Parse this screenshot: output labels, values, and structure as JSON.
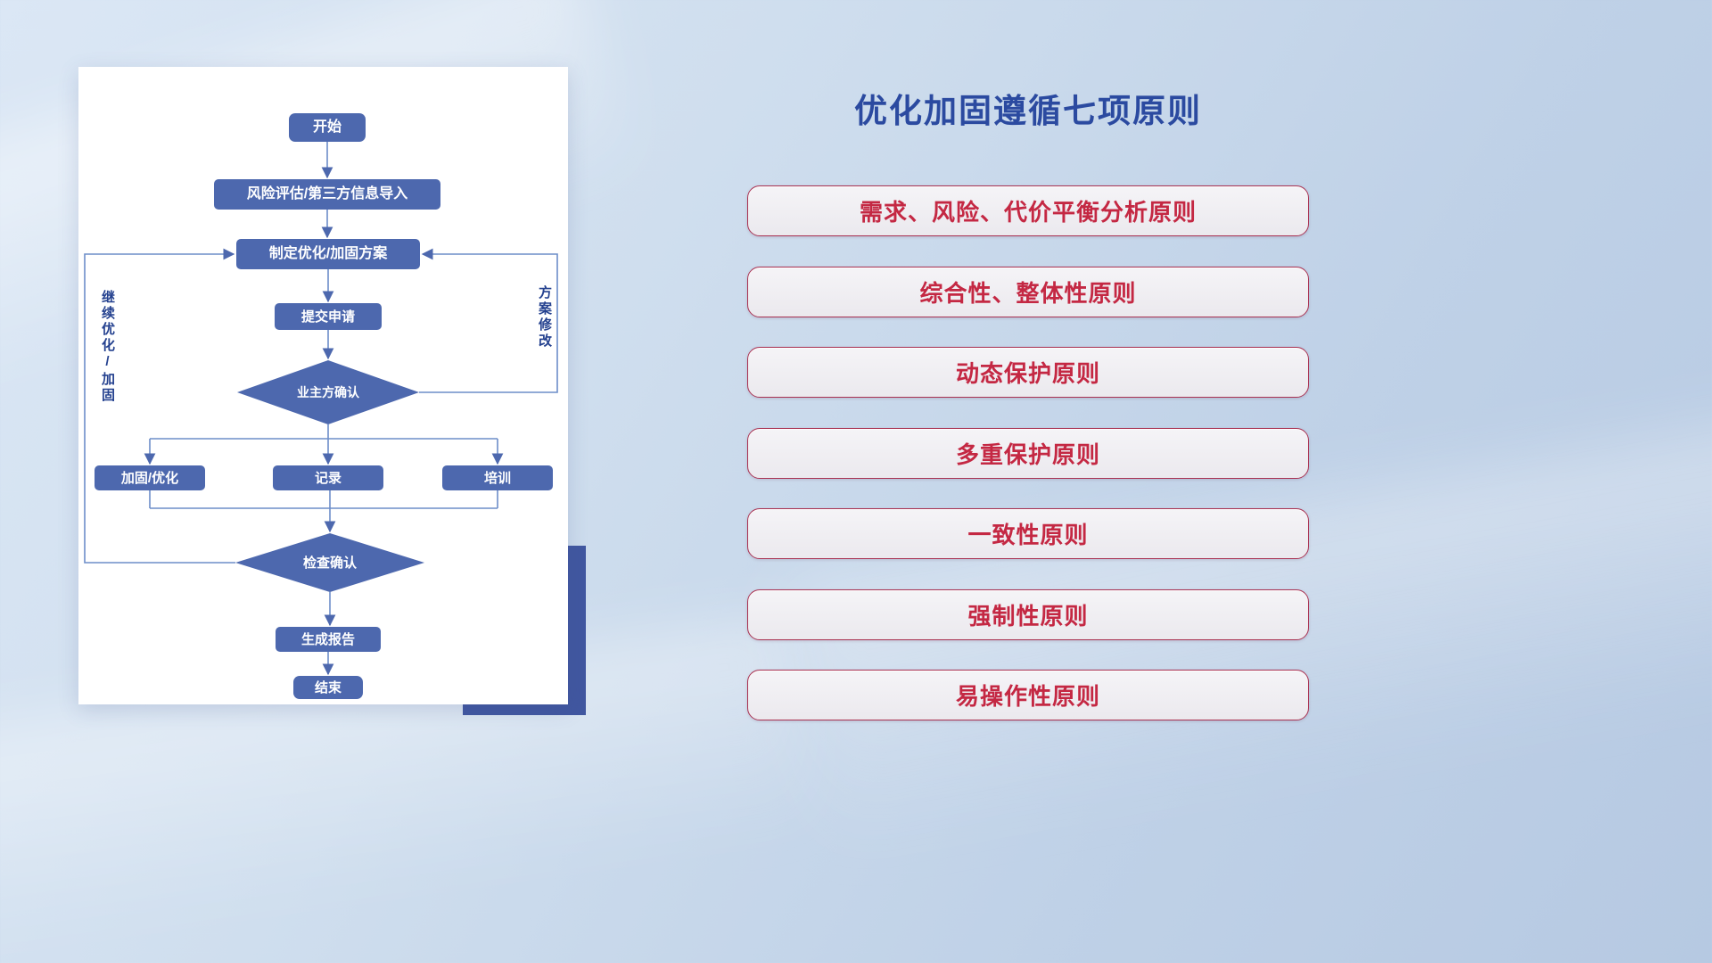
{
  "flowchart": {
    "nodes": {
      "start": "开始",
      "risk": "风险评估/第三方信息导入",
      "plan": "制定优化/加固方案",
      "submit": "提交申请",
      "owner_confirm": "业主方确认",
      "reinforce": "加固/优化",
      "record": "记录",
      "training": "培训",
      "check_confirm": "检查确认",
      "report": "生成报告",
      "end": "结束"
    },
    "loop_labels": {
      "left": "继续优化/加固",
      "right": "方案修改"
    },
    "edges": [
      {
        "from": "start",
        "to": "risk"
      },
      {
        "from": "risk",
        "to": "plan"
      },
      {
        "from": "plan",
        "to": "submit"
      },
      {
        "from": "submit",
        "to": "owner_confirm"
      },
      {
        "from": "owner_confirm",
        "to": "reinforce"
      },
      {
        "from": "owner_confirm",
        "to": "record"
      },
      {
        "from": "owner_confirm",
        "to": "training"
      },
      {
        "from": "reinforce",
        "to": "check_confirm"
      },
      {
        "from": "record",
        "to": "check_confirm"
      },
      {
        "from": "training",
        "to": "check_confirm"
      },
      {
        "from": "check_confirm",
        "to": "report"
      },
      {
        "from": "report",
        "to": "end"
      },
      {
        "from": "owner_confirm",
        "to": "plan",
        "label": "方案修改"
      },
      {
        "from": "check_confirm",
        "to": "plan",
        "label": "继续优化/加固"
      }
    ],
    "colors": {
      "node_fill": "#4d68ae",
      "node_text": "#ffffff",
      "line": "#6d8ec9",
      "loop_label_text": "#24418f",
      "card_bg": "#ffffff",
      "card_shadow_block": "#4157a0"
    }
  },
  "principles": {
    "title": "优化加固遵循七项原则",
    "items": [
      "需求、风险、代价平衡分析原则",
      "综合性、整体性原则",
      "动态保护原则",
      "多重保护原则",
      "一致性原则",
      "强制性原则",
      "易操作性原则"
    ],
    "colors": {
      "title_text": "#2b4aa0",
      "item_text": "#c42843",
      "item_border": "#a93252",
      "item_bg": "#f2f1f4"
    }
  }
}
